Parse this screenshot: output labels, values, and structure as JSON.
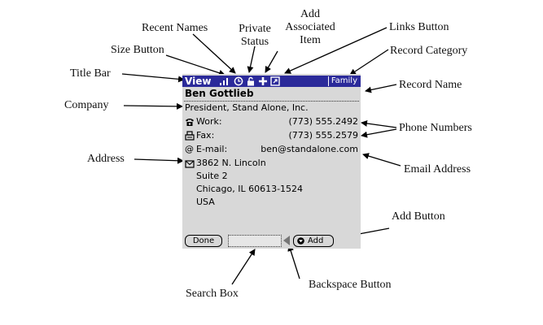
{
  "callouts": {
    "recent_names": "Recent Names",
    "private_status": [
      "Private",
      "Status"
    ],
    "add_associated_item": [
      "Add",
      "Associated",
      "Item"
    ],
    "links_button": "Links Button",
    "size_button": "Size Button",
    "record_category": "Record Category",
    "title_bar": "Title Bar",
    "record_name": "Record Name",
    "company": "Company",
    "phone_numbers": "Phone Numbers",
    "address": "Address",
    "email_address": "Email Address",
    "add_button": "Add Button",
    "search_box": "Search Box",
    "backspace_button": "Backspace Button"
  },
  "device": {
    "title": "View",
    "category": "Family",
    "record_name": "Ben Gottlieb",
    "company": "President, Stand Alone, Inc.",
    "work_label": "Work:",
    "work_value": "(773) 555.2492",
    "fax_label": "Fax:",
    "fax_value": "(773) 555.2579",
    "email_label": "E-mail:",
    "email_value": "ben@standalone.com",
    "address_lines": [
      "3862 N. Lincoln",
      "Suite 2",
      "Chicago, IL 60613-1524",
      "USA"
    ],
    "done_label": "Done",
    "add_label": "Add"
  },
  "icons": [
    "size-icon",
    "clock-icon",
    "lock-icon",
    "plus-icon",
    "link-icon",
    "phone-icon",
    "fax-icon",
    "at-icon",
    "envelope-icon",
    "backspace-icon",
    "dropdown-triangle-icon"
  ],
  "colors": {
    "title_bar": "#2b2a9a",
    "screen": "#d8d8d8"
  }
}
